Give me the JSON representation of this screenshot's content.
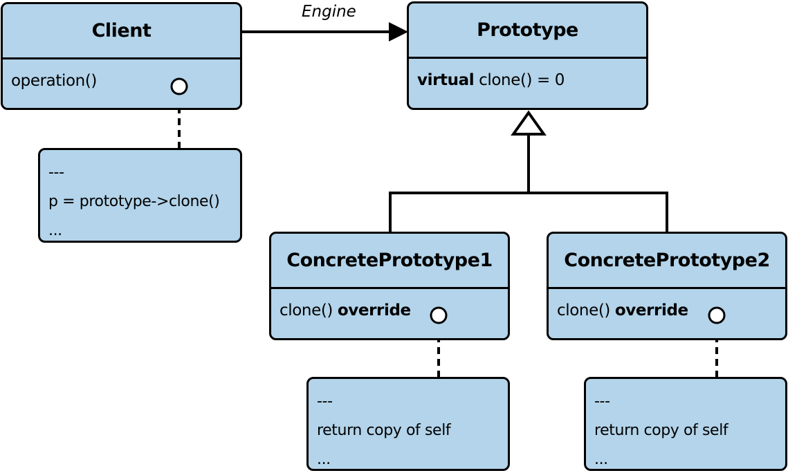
{
  "diagram": {
    "association_label": "Engine",
    "prototype": {
      "name": "Prototype",
      "method_keyword": "virtual",
      "method_rest": " clone() = 0"
    },
    "client": {
      "name": "Client",
      "method": "operation()"
    },
    "client_note": {
      "lines": [
        "---",
        "p = prototype->clone()",
        "..."
      ]
    },
    "concrete1": {
      "name": "ConcretePrototype1",
      "method_plain": "clone() ",
      "method_keyword": "override"
    },
    "concrete2": {
      "name": "ConcretePrototype2",
      "method_plain": "clone() ",
      "method_keyword": "override"
    },
    "concrete1_note": {
      "lines": [
        "---",
        "return copy of self",
        "..."
      ]
    },
    "concrete2_note": {
      "lines": [
        "---",
        "return copy of self",
        "..."
      ]
    }
  },
  "colors": {
    "box_fill": "#b3d4ea",
    "stroke": "#000000",
    "background": "#ffffff"
  }
}
